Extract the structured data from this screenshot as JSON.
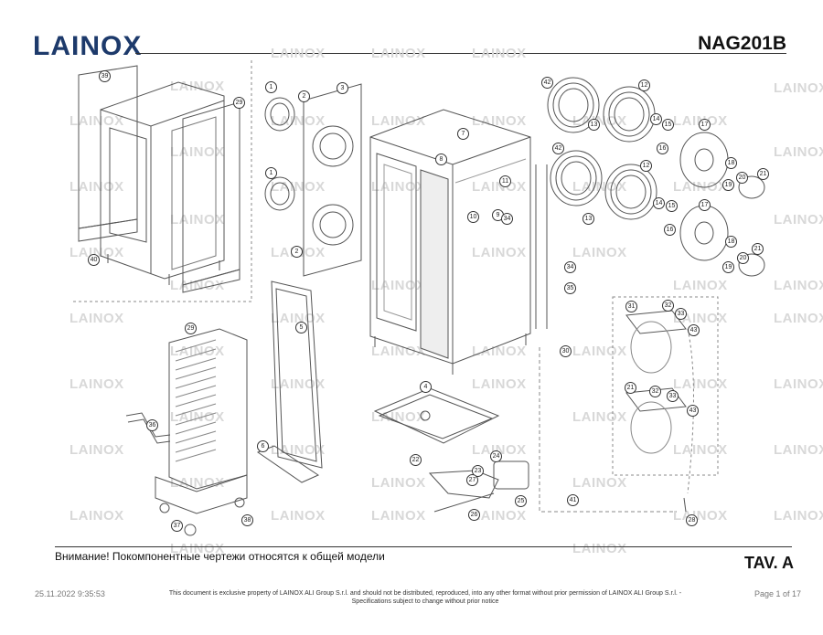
{
  "header": {
    "logo_text": "LAINOX",
    "model": "NAG201B"
  },
  "watermark": {
    "text": "LAINOX"
  },
  "callouts": [
    "39",
    "29",
    "40",
    "1",
    "2",
    "3",
    "1",
    "2",
    "5",
    "7",
    "8",
    "11",
    "10",
    "9",
    "34",
    "4",
    "22",
    "23",
    "24",
    "27",
    "25",
    "26",
    "6",
    "29",
    "36",
    "37",
    "38",
    "42",
    "12",
    "13",
    "14",
    "15",
    "16",
    "17",
    "18",
    "19",
    "20",
    "21",
    "42",
    "12",
    "13",
    "14",
    "15",
    "16",
    "17",
    "18",
    "19",
    "20",
    "21",
    "34",
    "35",
    "30",
    "31",
    "32",
    "33",
    "43",
    "21",
    "32",
    "33",
    "43",
    "41",
    "28"
  ],
  "footer": {
    "caption": "Внимание! Покомпонентные чертежи относятся к общей модели",
    "table_id": "TAV. A",
    "date": "25.11.2022 9:35:53",
    "copyright_line1": "This document is exclusive property of LAINOX ALI Group S.r.l. and should not be distributed, reproduced, into any other format without prior permission of LAINOX ALI Group S.r.l. -",
    "copyright_line2": "Specifications subject to change without prior notice",
    "page": "Page 1 of 17"
  }
}
